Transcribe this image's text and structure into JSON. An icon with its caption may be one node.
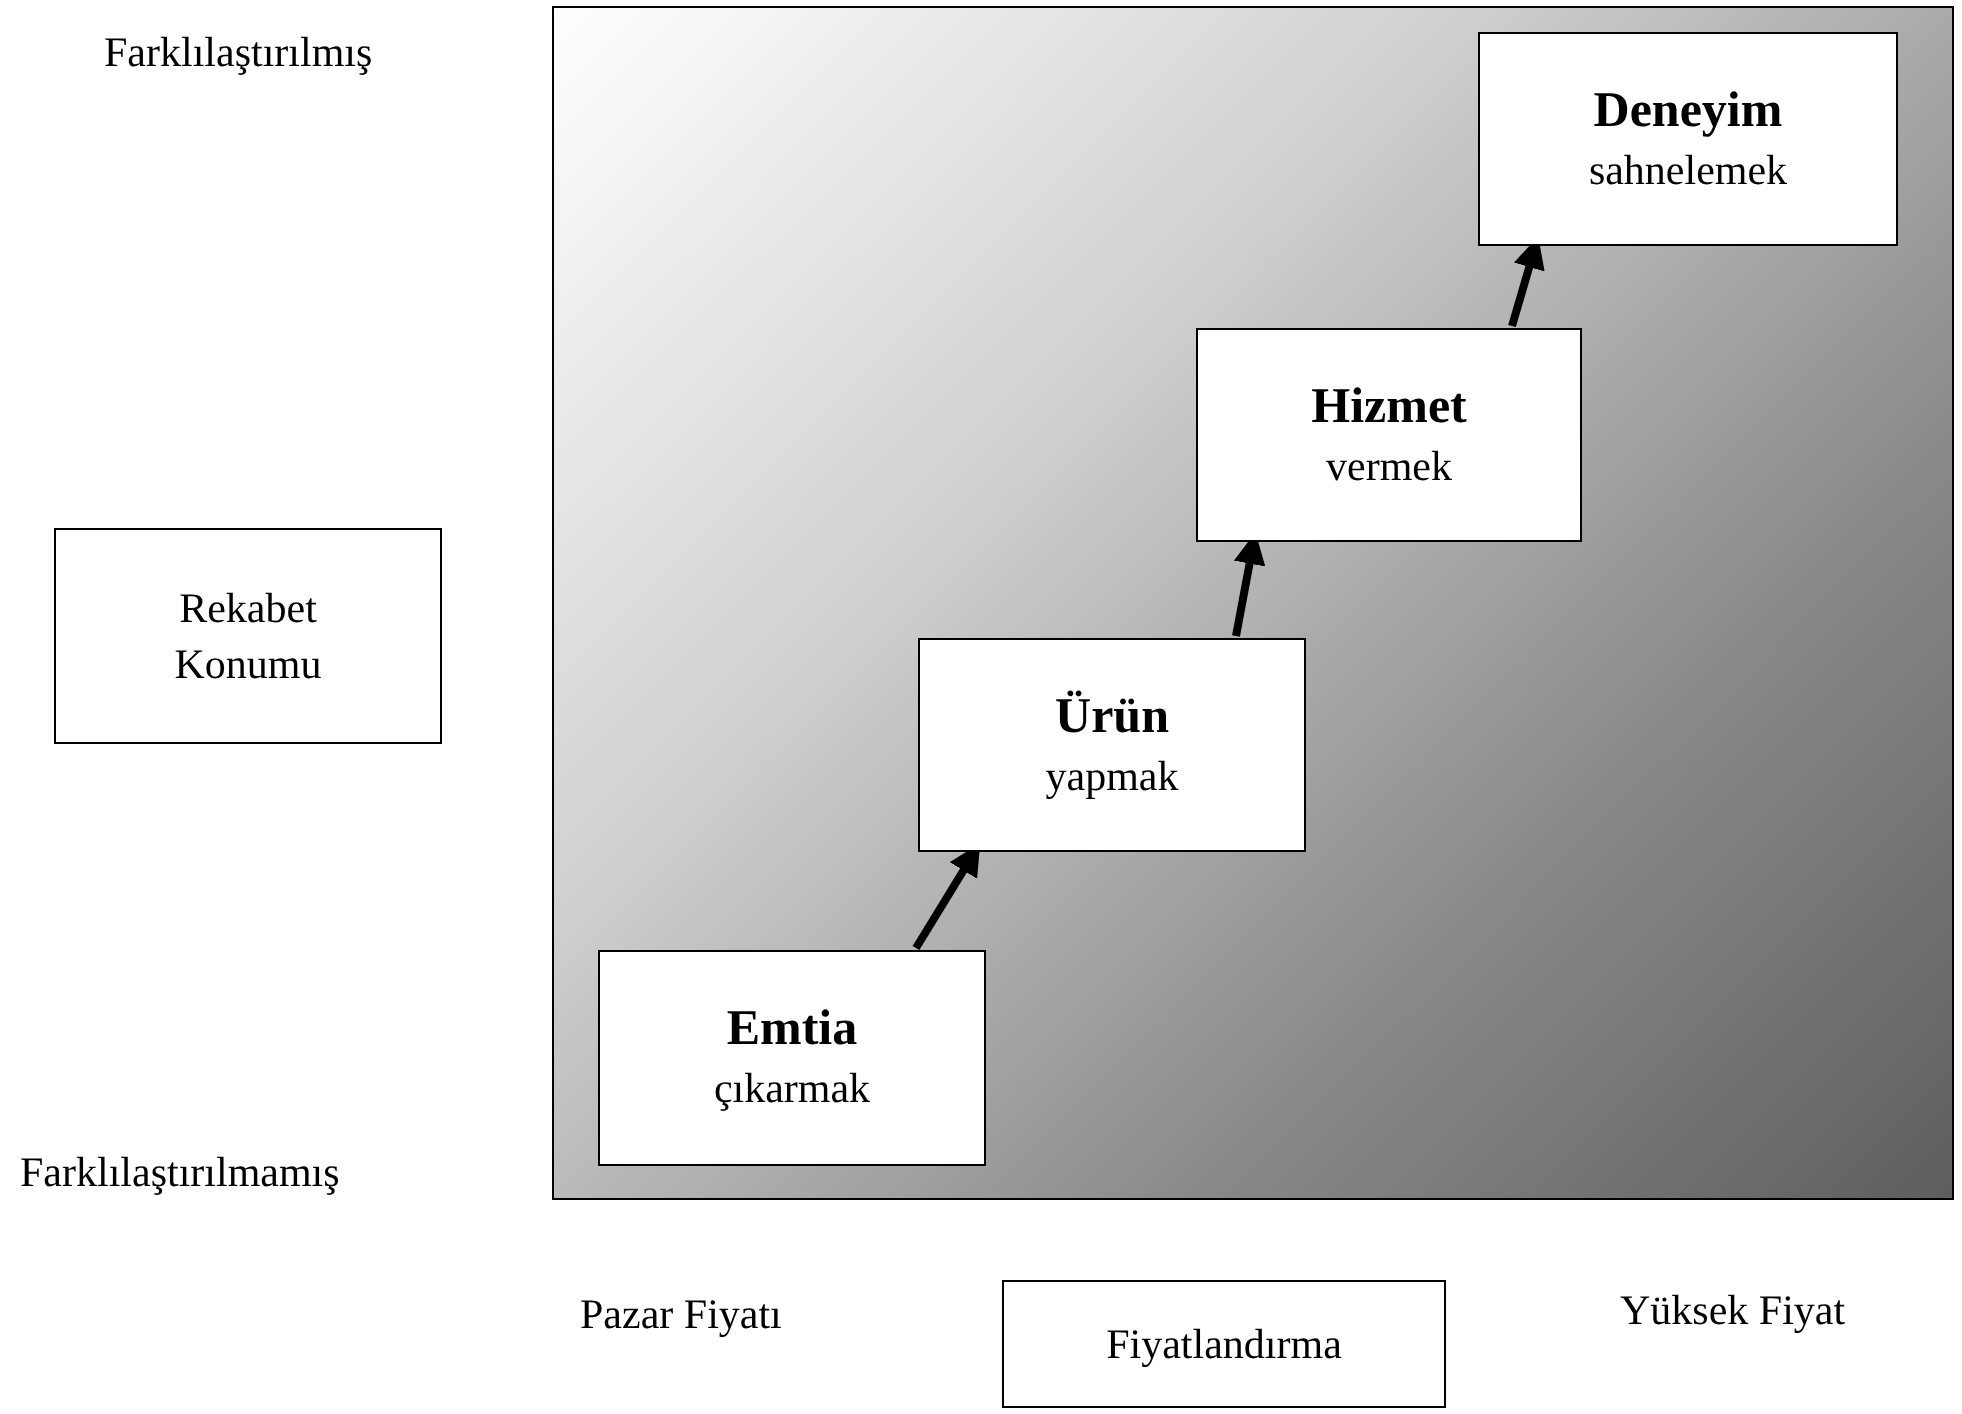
{
  "diagram": {
    "nodes": [
      {
        "text": [],
        "shape": "box"
      },
      {
        "text": [
          "Rekabet Konumu"
        ]
      },
      {
        "text": [
          "Fiyatlandırma"
        ]
      },
      {
        "text": [
          "Emtia",
          "çıkarmak"
        ],
        "in": 0
      },
      {
        "text": [
          "Ürün",
          "yapmak"
        ],
        "in": 0
      },
      {
        "text": [
          "Hizmet",
          "vermek"
        ],
        "in": 0
      },
      {
        "text": [
          "Deneyim",
          "sahnelemek"
        ],
        "in": 0
      }
    ],
    "edges": [
      {
        "from": 3,
        "to": 4,
        "arrow": "to"
      },
      {
        "from": 4,
        "to": 5,
        "arrow": "to"
      },
      {
        "from": 5,
        "to": 6,
        "arrow": "to"
      }
    ],
    "labels": [
      "Farklılaştırılmış",
      "Farklılaştırılmamış",
      "Pazar Fiyatı",
      "Yüksek Fiyat"
    ]
  }
}
